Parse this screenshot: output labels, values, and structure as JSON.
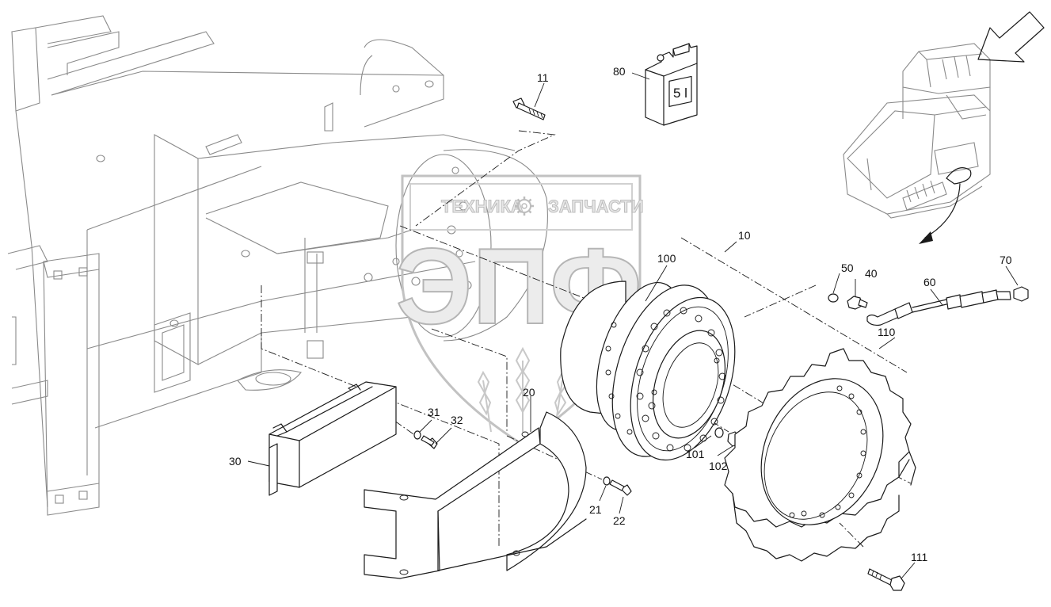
{
  "watermark": {
    "top_text_left": "ТЕХНИКА",
    "top_text_right": "ЗАПЧАСТИ",
    "big_text": "ЭПФ"
  },
  "can_label": "5 l",
  "callouts": {
    "c10": "10",
    "c11": "11",
    "c20": "20",
    "c21": "21",
    "c22": "22",
    "c30": "30",
    "c31": "31",
    "c32": "32",
    "c40": "40",
    "c50": "50",
    "c60": "60",
    "c70": "70",
    "c80": "80",
    "c100": "100",
    "c101": "101",
    "c102": "102",
    "c110": "110",
    "c111": "111"
  }
}
